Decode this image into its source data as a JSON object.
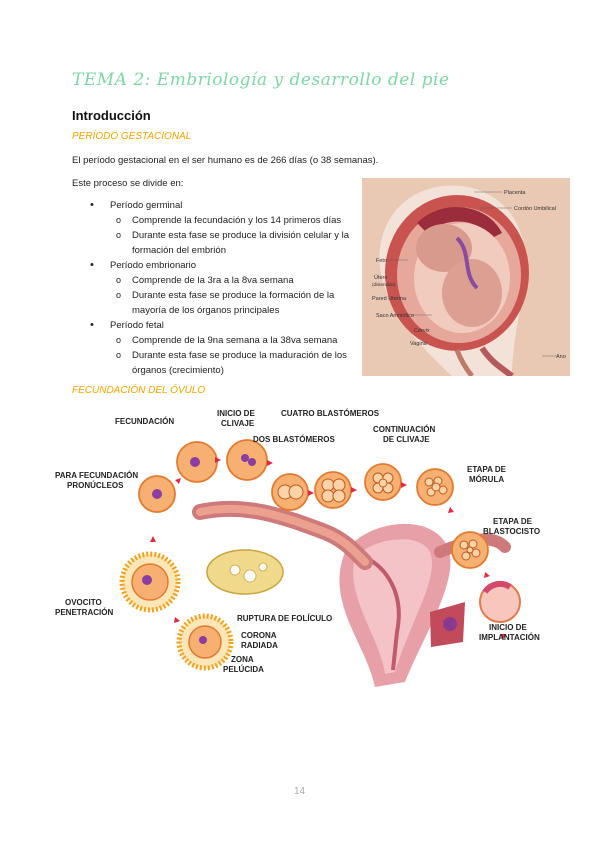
{
  "title": "TEMA 2: Embriología y desarrollo del pie",
  "intro_heading": "Introducción",
  "section1_title": "PERÍODO GESTACIONAL",
  "paragraph1": "El período gestacional en el ser humano es de 266 días (o 38 semanas).",
  "paragraph2": "Este proceso se divide en:",
  "periods": [
    {
      "label": "Período germinal",
      "details": [
        "Comprende la fecundación y los 14 primeros días",
        "Durante esta fase se produce la división celular y la formación del embrión"
      ]
    },
    {
      "label": "Período embrionario",
      "details": [
        "Comprende de la 3ra a la 8va semana",
        "Durante esta fase se produce la formación de la mayoría de los órganos principales"
      ]
    },
    {
      "label": "Período fetal",
      "details": [
        "Comprende de la 9na semana a la 38va semana",
        "Durante esta fase se produce la maduración de los órganos (crecimiento)"
      ]
    }
  ],
  "section2_title": "FECUNDACIÓN DEL ÓVULO",
  "uterus_labels": {
    "placenta": "Placenta",
    "cordon": "Cordón Umbilical",
    "feto": "Feto",
    "utero": "Útero",
    "utero2": "(distendido)",
    "pared": "Pared Uterina",
    "saco": "Saco Amniótico",
    "cervix": "Cérvix",
    "vagina": "Vagina",
    "ano": "Ano"
  },
  "fertilization_labels": {
    "fecundacion": "FECUNDACIÓN",
    "inicio_clivaje_1": "INICIO DE",
    "inicio_clivaje_2": "CLIVAJE",
    "cuatro": "CUATRO BLASTÓMEROS",
    "dos": "DOS BLASTÓMEROS",
    "continuacion_1": "CONTINUACIÓN",
    "continuacion_2": "DE CLIVAJE",
    "pronucleos_1": "PARA FECUNDACIÓN",
    "pronucleos_2": "PRONÚCLEOS",
    "morula_1": "ETAPA DE",
    "morula_2": "MÓRULA",
    "blastocisto_1": "ETAPA DE",
    "blastocisto_2": "BLASTOCISTO",
    "ovocito_1": "OVOCITO",
    "ovocito_2": "PENETRACIÓN",
    "ruptura": "RUPTURA DE FOLÍCULO",
    "corona_1": "CORONA",
    "corona_2": "RADIADA",
    "zona_1": "ZONA",
    "zona_2": "PELÚCIDA",
    "implantacion_1": "INICIO DE",
    "implantacion_2": "IMPLANTACIÓN"
  },
  "page_number": "14"
}
